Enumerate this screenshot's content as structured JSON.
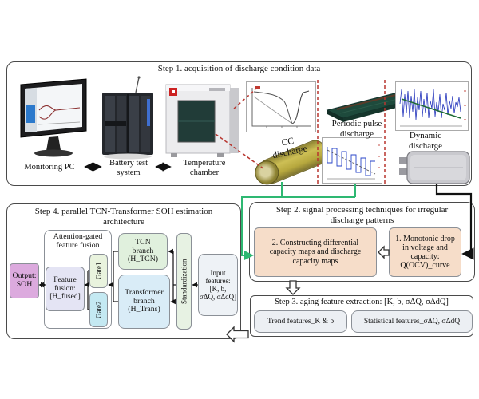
{
  "figure": {
    "kind": "battery SOH estimation framework flow diagram"
  },
  "step1": {
    "title": "Step 1. acquisition of discharge condition data",
    "monitoring_pc_label": "Monitoring PC",
    "battery_test_label": "Battery test\nsystem",
    "temp_chamber_label": "Temperature\nchamber",
    "cc_discharge_label": "CC\ndischarge",
    "pulse_discharge_label": "Periodic pulse\ndischarge",
    "dynamic_discharge_label": "Dynamic\ndischarge"
  },
  "step2": {
    "title": "Step 2. signal processing techniques for irregular\ndischarge patterns",
    "construct_box": "2. Constructing differential\ncapacity maps and discharge\ncapacity maps",
    "monotonic_box": "1. Monotonic drop\nin voltage and\ncapacity:\nQ(OCV)_curve"
  },
  "step3": {
    "title": "Step 3. aging feature extraction: [K, b, σΔQ, σΔdQ]",
    "trend_box": "Trend features_K & b",
    "stat_box": "Statistical features_σΔQ, σΔdQ"
  },
  "step4": {
    "title": "Step 4. parallel TCN-Transformer SOH estimation\narchitecture",
    "attention_group_label": "Attention-gated\nfeature fusion",
    "output_box": "Output:\nSOH",
    "fusion_box": "Feature\nfusion:\n[H_fused]",
    "gate1_label": "Gate1",
    "gate2_label": "Gate2",
    "tcn_box": "TCN\nbranch\n(H_TCN)",
    "transformer_box": "Transformer\nbranch\n(H_Trans)",
    "standardization_label": "Standardization",
    "input_box": "Input\nfeatures:\n[K, b,\nσΔQ, σΔdQ]"
  },
  "colors": {
    "connector_green": "#2eb872",
    "dashed_red": "#b8352e",
    "step2_box_fill": "#f6ddc9",
    "output_fill": "#dcaade",
    "fusion_fill": "#e4e4f4",
    "gate1_fill": "#e9f3de",
    "gate2_fill": "#c4e9f2",
    "tcn_fill": "#e0f0dd",
    "transformer_fill": "#d9ecf7",
    "standardization_fill": "#e7f2e3",
    "input_fill": "#eef2f6",
    "step3_box_fill": "#eceff3"
  }
}
